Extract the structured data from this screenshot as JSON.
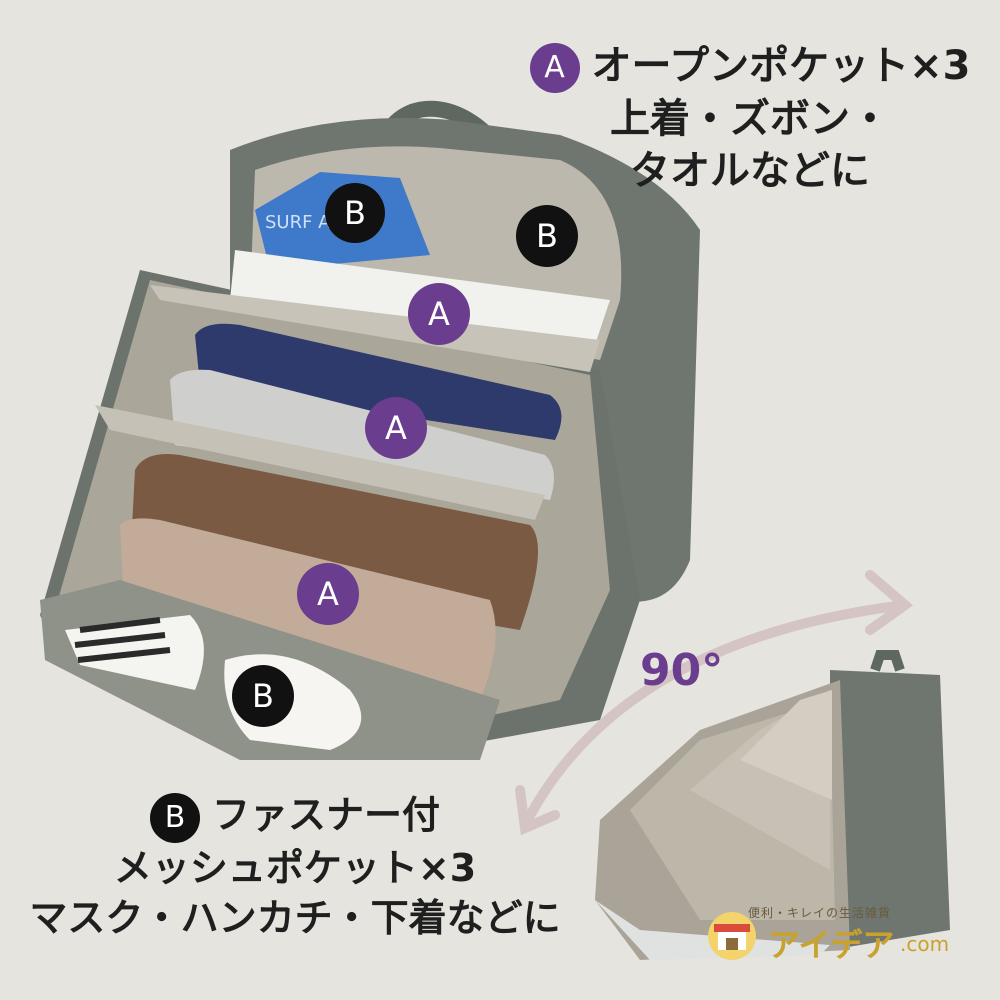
{
  "colors": {
    "badge_a": "#6b3d8e",
    "badge_b": "#111111",
    "angle_text": "#6b3d8e",
    "arrow": "#d5c4c4",
    "bag_body": "#6e766f",
    "lining": "#b9b4a9"
  },
  "badges": {
    "a_letter": "A",
    "b_letter": "B"
  },
  "caption_a": {
    "line1": "オープンポケット×3",
    "line2": "上着・ズボン・",
    "line3": "タオルなどに"
  },
  "caption_b": {
    "line1": "ファスナー付",
    "line2": "メッシュポケット×3",
    "line3": "マスク・ハンカチ・下着などに"
  },
  "angle_label": "90°",
  "card_text": "SURF ASK",
  "logo": {
    "tagline": "便利・キレイの生活雑貨",
    "name": "アイデア",
    "suffix": ".com"
  }
}
